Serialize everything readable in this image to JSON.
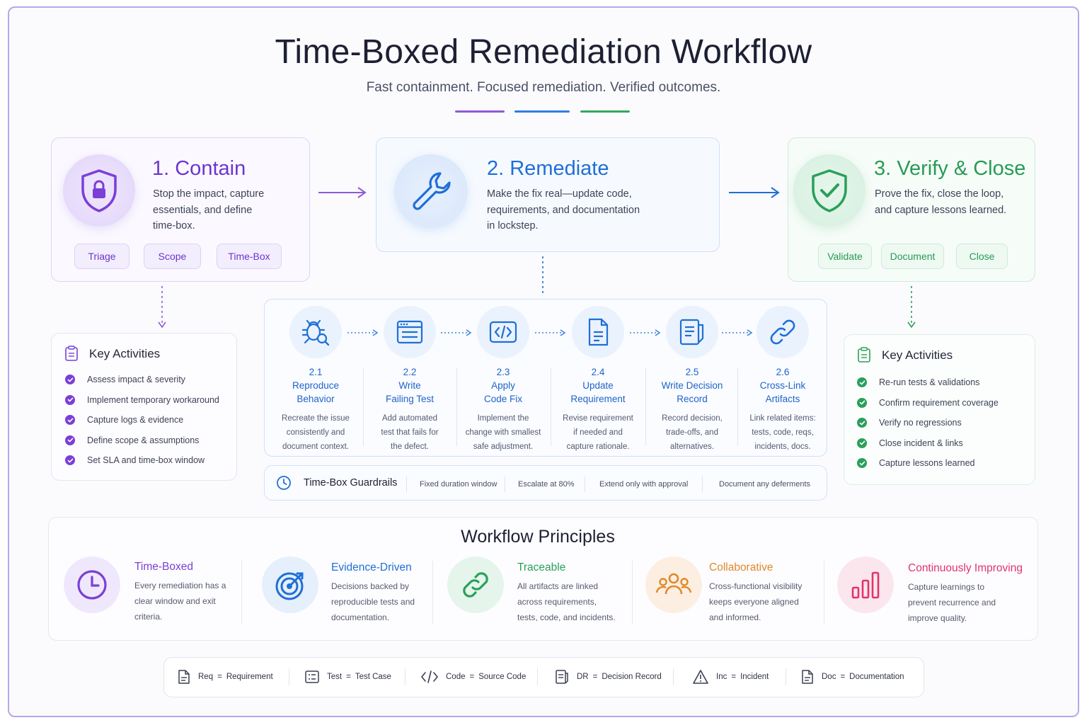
{
  "header": {
    "title": "Time-Boxed Remediation Workflow",
    "subtitle": "Fast containment. Focused remediation. Verified outcomes."
  },
  "colors": {
    "contain": "#7b3fd6",
    "remediate": "#1f6fd6",
    "verify": "#2aa05a",
    "collaborative": "#e0892a",
    "improving": "#e0336b"
  },
  "phases": [
    {
      "title": "1. Contain",
      "description_lines": [
        "Stop the impact, capture",
        "essentials, and define",
        "time-box."
      ],
      "icon": "shield-lock-icon",
      "tags": [
        "Triage",
        "Scope",
        "Time-Box"
      ]
    },
    {
      "title": "2. Remediate",
      "description_lines": [
        "Make the fix real—update code,",
        "requirements, and documentation",
        "in lockstep."
      ],
      "icon": "wrench-icon"
    },
    {
      "title": "3. Verify & Close",
      "description_lines": [
        "Prove the fix, close the loop,",
        "and capture lessons learned."
      ],
      "icon": "shield-check-icon",
      "tags": [
        "Validate",
        "Document",
        "Close"
      ]
    }
  ],
  "contain_activities": {
    "title": "Key Activities",
    "items": [
      "Assess impact & severity",
      "Implement temporary workaround",
      "Capture logs & evidence",
      "Define scope & assumptions",
      "Set SLA and time-box window"
    ]
  },
  "verify_activities": {
    "title": "Key Activities",
    "items": [
      "Re-run tests & validations",
      "Confirm requirement coverage",
      "Verify no regressions",
      "Close incident & links",
      "Capture lessons learned"
    ]
  },
  "steps": [
    {
      "num": "2.1",
      "name1": "Reproduce",
      "name2": "Behavior",
      "desc": [
        "Recreate the issue",
        "consistently and",
        "document context."
      ],
      "icon": "bug-search-icon"
    },
    {
      "num": "2.2",
      "name1": "Write",
      "name2": "Failing Test",
      "desc": [
        "Add automated",
        "test that fails for",
        "the defect."
      ],
      "icon": "test-window-icon"
    },
    {
      "num": "2.3",
      "name1": "Apply",
      "name2": "Code Fix",
      "desc": [
        "Implement the",
        "change with smallest",
        "safe adjustment."
      ],
      "icon": "code-icon"
    },
    {
      "num": "2.4",
      "name1": "Update",
      "name2": "Requirement",
      "desc": [
        "Revise requirement",
        "if needed and",
        "capture rationale."
      ],
      "icon": "document-icon"
    },
    {
      "num": "2.5",
      "name1": "Write Decision",
      "name2": "Record",
      "desc": [
        "Record decision,",
        "trade-offs, and",
        "alternatives."
      ],
      "icon": "decision-record-icon"
    },
    {
      "num": "2.6",
      "name1": "Cross-Link",
      "name2": "Artifacts",
      "desc": [
        "Link related items:",
        "tests, code, reqs,",
        "incidents, docs."
      ],
      "icon": "link-icon"
    }
  ],
  "guardrails": {
    "title": "Time-Box Guardrails",
    "items": [
      "Fixed duration window",
      "Escalate at 80%",
      "Extend only with approval",
      "Document any deferments"
    ]
  },
  "principles": {
    "title": "Workflow Principles",
    "items": [
      {
        "title": "Time-Boxed",
        "desc": [
          "Every remediation has a",
          "clear window and exit",
          "criteria."
        ],
        "icon": "clock-icon"
      },
      {
        "title": "Evidence-Driven",
        "desc": [
          "Decisions backed by",
          "reproducible tests and",
          "documentation."
        ],
        "icon": "target-icon"
      },
      {
        "title": "Traceable",
        "desc": [
          "All artifacts are linked",
          "across requirements,",
          "tests, code, and incidents."
        ],
        "icon": "link-icon"
      },
      {
        "title": "Collaborative",
        "desc": [
          "Cross-functional visibility",
          "keeps everyone aligned",
          "and informed."
        ],
        "icon": "people-icon"
      },
      {
        "title": "Continuously Improving",
        "desc": [
          "Capture learnings to",
          "prevent recurrence and",
          "improve quality."
        ],
        "icon": "bar-chart-icon"
      }
    ]
  },
  "legend": [
    {
      "abbr": "Req",
      "full": "Requirement",
      "icon": "document-icon"
    },
    {
      "abbr": "Test",
      "full": "Test Case",
      "icon": "test-case-icon"
    },
    {
      "abbr": "Code",
      "full": "Source Code",
      "icon": "code-icon"
    },
    {
      "abbr": "DR",
      "full": "Decision Record",
      "icon": "decision-record-icon"
    },
    {
      "abbr": "Inc",
      "full": "Incident",
      "icon": "warning-icon"
    },
    {
      "abbr": "Doc",
      "full": "Documentation",
      "icon": "document-icon"
    }
  ]
}
